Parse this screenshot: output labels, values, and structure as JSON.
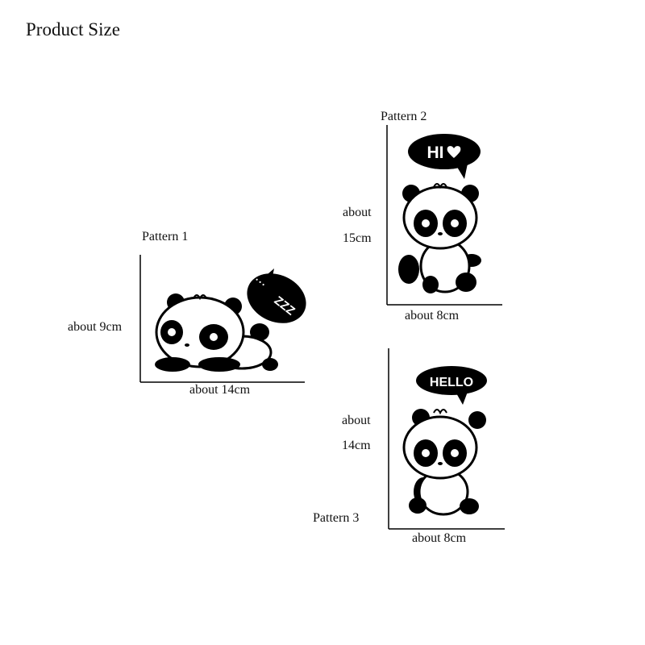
{
  "title": "Product Size",
  "patterns": [
    {
      "label": "Pattern 1",
      "bubble_text": "ZZZ",
      "bubble_dots": "• • •",
      "height_line1": "about 9cm",
      "width_label": "about 14cm"
    },
    {
      "label": "Pattern 2",
      "bubble_text": "HI",
      "bubble_icon": "heart-icon",
      "height_line1": "about",
      "height_line2": "15cm",
      "width_label": "about 8cm"
    },
    {
      "label": "Pattern 3",
      "bubble_text": "HELLO",
      "height_line1": "about",
      "height_line2": "14cm",
      "width_label": "about 8cm"
    }
  ]
}
